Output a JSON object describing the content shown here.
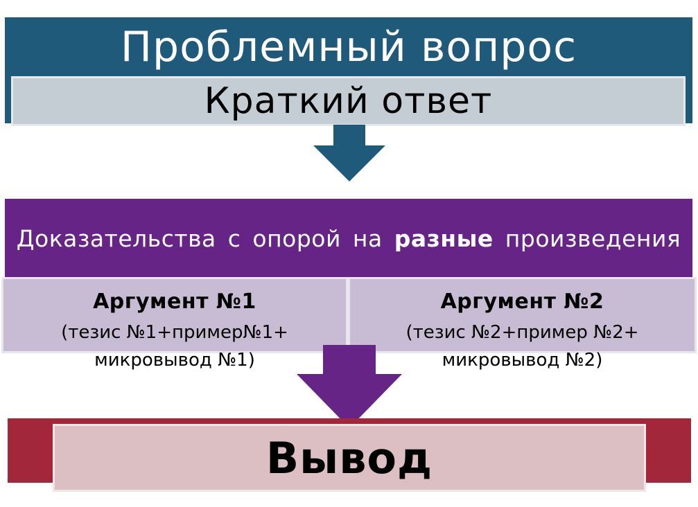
{
  "top": {
    "title": "Проблемный вопрос",
    "short_answer": "Краткий ответ"
  },
  "evidence": {
    "text_before": "Доказательства с опорой на",
    "text_bold": "разные",
    "text_after": "произведения"
  },
  "arguments": [
    {
      "title": "Аргумент №1",
      "line1": "(тезис №1+пример№1+",
      "line2": "микровывод №1)"
    },
    {
      "title": "Аргумент №2",
      "line1": "(тезис №2+пример №2+",
      "line2": "микровывод №2)"
    }
  ],
  "conclusion": {
    "label": "Вывод"
  },
  "colors": {
    "top_band": "#1f5a7a",
    "short_answer_fill": "#c4ccd4",
    "arrow_1": "#1f5a7a",
    "evidence_band": "#662486",
    "argument_fill": "#c8bcd5",
    "arrow_2": "#662486",
    "conclusion_band": "#a3273a",
    "conclusion_fill": "#dcbfc2"
  }
}
